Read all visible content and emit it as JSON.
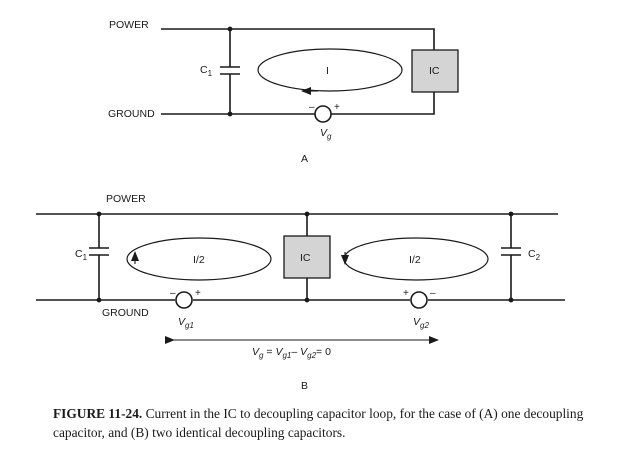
{
  "panel_a": {
    "power": "POWER",
    "ground": "GROUND",
    "cap": "C",
    "cap_sub": "1",
    "loop_current": "I",
    "ic": "IC",
    "source": "V",
    "source_sub": "g",
    "minus": "–",
    "plus": "+",
    "panel": "A"
  },
  "panel_b": {
    "power": "POWER",
    "ground": "GROUND",
    "cap_left": "C",
    "cap_left_sub": "1",
    "cap_right": "C",
    "cap_right_sub": "2",
    "loop_left_current": "I/2",
    "loop_right_current": "I/2",
    "ic": "IC",
    "source_left": "V",
    "source_left_sub": "g1",
    "source_right": "V",
    "source_right_sub": "g2",
    "minus": "–",
    "plus": "+",
    "eq_v": "V",
    "eq_v_sub": "g",
    "eq_eq1": " = ",
    "eq_v1": "V",
    "eq_v1_sub": "g1",
    "eq_minus": "– ",
    "eq_v2": "V",
    "eq_v2_sub": "g2",
    "eq_tail": "= 0",
    "panel": "B"
  },
  "caption": {
    "label": "FIGURE 11-24.",
    "text": " Current in the IC to decoupling capacitor loop, for the case of (A) one decoupling capacitor, and (B) two identical decoupling capacitors."
  }
}
